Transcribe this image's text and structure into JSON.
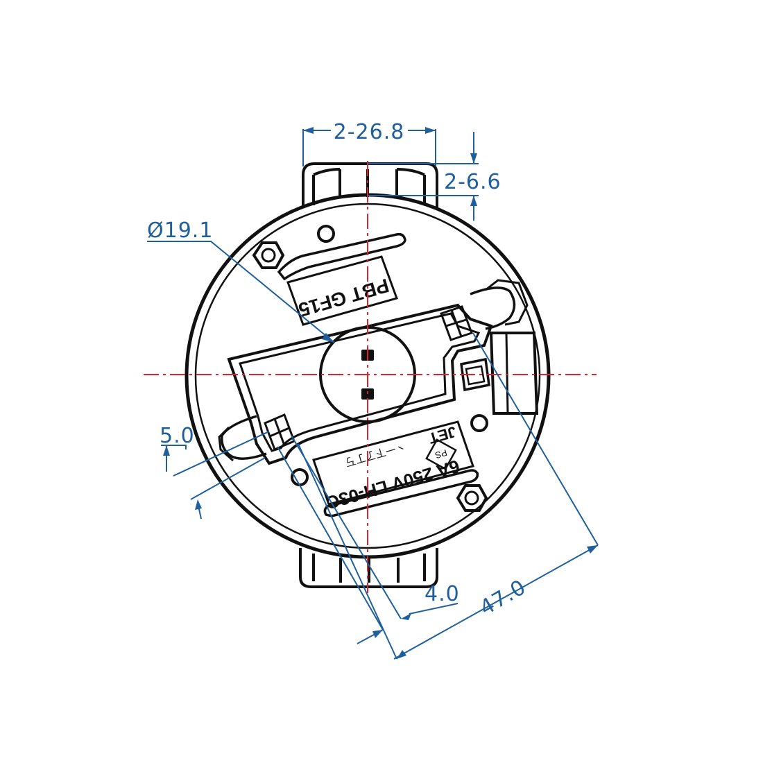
{
  "colors": {
    "outline": "#111111",
    "dimension": "#1f5f9c",
    "centerline": "#d9262c",
    "background": "#ffffff"
  },
  "dimensions": {
    "slot_width": "2-26.8",
    "slot_depth": "2-6.6",
    "hole_diameter": "Ø19.1",
    "pin_offset": "5.0",
    "terminal_gap": "4.0",
    "overall_span": "47.0"
  },
  "labels": {
    "material": "PBT GF15",
    "rating": "6A 250V LH-03C",
    "brand": "JET",
    "cert_mark": "PS",
    "serial_scribble": "丶一下了丁丂"
  }
}
